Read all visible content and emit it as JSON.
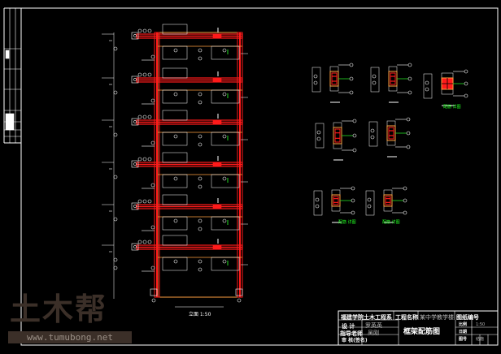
{
  "colors": {
    "background": "#000000",
    "line": "#ffffff",
    "column": "#ff1a1a",
    "outline": "#ffa040",
    "rebar": "#22dd22"
  },
  "watermark": {
    "logo": "土木帮",
    "url": "www.tumubong.net"
  },
  "drawing": {
    "elevation_label": "立面 1:50",
    "detail_labels": [
      "配筋 详图",
      "配筋 详图",
      "配筋 详图"
    ]
  },
  "title_block": {
    "school": "福建学院土木工程系",
    "project_label": "工程名称",
    "project_name": "某中学教学楼",
    "drawing_no_label": "图纸编号",
    "designer_label": "设 计",
    "designer_name": "罗英英",
    "advisor_label": "指导老师",
    "advisor_name": "吴刚",
    "reviewer_label": "审 核(签名)",
    "drawing_title": "框架配筋图",
    "right_labels": [
      "比例",
      "日期",
      "图号"
    ],
    "right_values": [
      "1:50",
      "",
      "结施"
    ]
  }
}
